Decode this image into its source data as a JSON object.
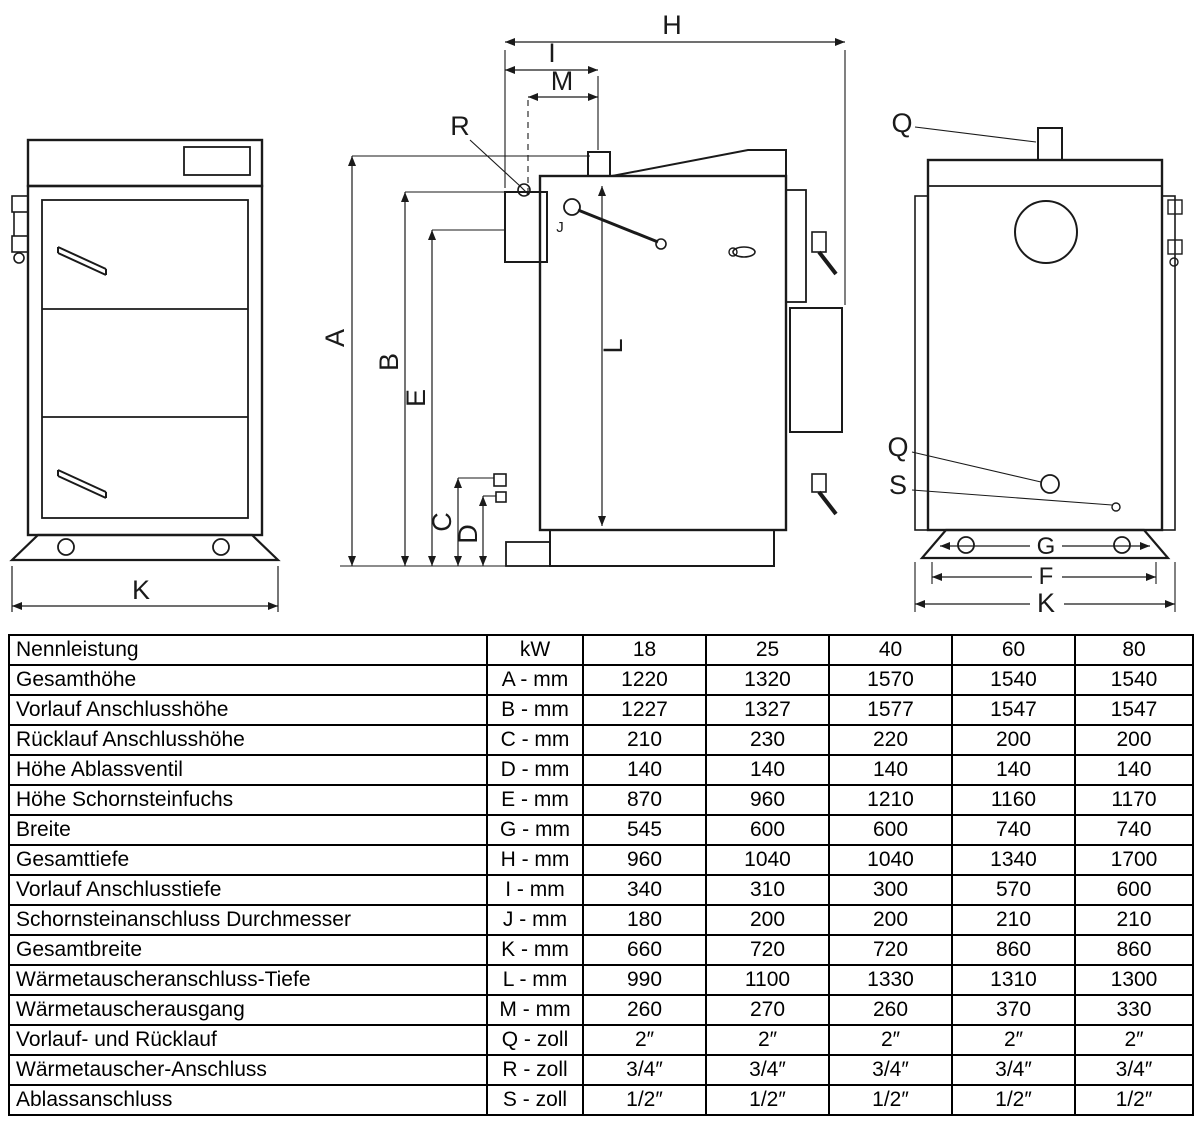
{
  "drawing": {
    "labels": {
      "K_front": "K",
      "H": "H",
      "I": "I",
      "M": "M",
      "R": "R",
      "J": "J",
      "A": "A",
      "B": "B",
      "E": "E",
      "L": "L",
      "C": "C",
      "D": "D",
      "Q_top": "Q",
      "Q_mid": "Q",
      "S": "S",
      "G": "G",
      "F": "F",
      "K_rear": "K"
    },
    "line_color": "#1a1a1a"
  },
  "table": {
    "header": {
      "label": "Nennleistung",
      "unit": "kW",
      "columns": [
        "18",
        "25",
        "40",
        "60",
        "80"
      ]
    },
    "rows": [
      {
        "name": "Gesamthöhe",
        "code": "A - mm",
        "values": [
          "1220",
          "1320",
          "1570",
          "1540",
          "1540"
        ]
      },
      {
        "name": "Vorlauf Anschlusshöhe",
        "code": "B - mm",
        "values": [
          "1227",
          "1327",
          "1577",
          "1547",
          "1547"
        ]
      },
      {
        "name": "Rücklauf Anschlusshöhe",
        "code": "C - mm",
        "values": [
          "210",
          "230",
          "220",
          "200",
          "200"
        ]
      },
      {
        "name": "Höhe Ablassventil",
        "code": "D - mm",
        "values": [
          "140",
          "140",
          "140",
          "140",
          "140"
        ]
      },
      {
        "name": "Höhe Schornsteinfuchs",
        "code": "E - mm",
        "values": [
          "870",
          "960",
          "1210",
          "1160",
          "1170"
        ]
      },
      {
        "name": "Breite",
        "code": "G - mm",
        "values": [
          "545",
          "600",
          "600",
          "740",
          "740"
        ]
      },
      {
        "name": "Gesamttiefe",
        "code": "H - mm",
        "values": [
          "960",
          "1040",
          "1040",
          "1340",
          "1700"
        ]
      },
      {
        "name": "Vorlauf Anschlusstiefe",
        "code": "I - mm",
        "values": [
          "340",
          "310",
          "300",
          "570",
          "600"
        ]
      },
      {
        "name": "Schornsteinanschluss Durchmesser",
        "code": "J - mm",
        "values": [
          "180",
          "200",
          "200",
          "210",
          "210"
        ]
      },
      {
        "name": "Gesamtbreite",
        "code": "K - mm",
        "values": [
          "660",
          "720",
          "720",
          "860",
          "860"
        ]
      },
      {
        "name": "Wärmetauscheranschluss-Tiefe",
        "code": "L - mm",
        "values": [
          "990",
          "1100",
          "1330",
          "1310",
          "1300"
        ]
      },
      {
        "name": "Wärmetauscherausgang",
        "code": "M - mm",
        "values": [
          "260",
          "270",
          "260",
          "370",
          "330"
        ]
      },
      {
        "name": "Vorlauf- und Rücklauf",
        "code": "Q - zoll",
        "values": [
          "2″",
          "2″",
          "2″",
          "2″",
          "2″"
        ]
      },
      {
        "name": "Wärmetauscher-Anschluss",
        "code": "R - zoll",
        "values": [
          "3/4″",
          "3/4″",
          "3/4″",
          "3/4″",
          "3/4″"
        ]
      },
      {
        "name": "Ablassanschluss",
        "code": "S - zoll",
        "values": [
          "1/2″",
          "1/2″",
          "1/2″",
          "1/2″",
          "1/2″"
        ]
      }
    ]
  }
}
